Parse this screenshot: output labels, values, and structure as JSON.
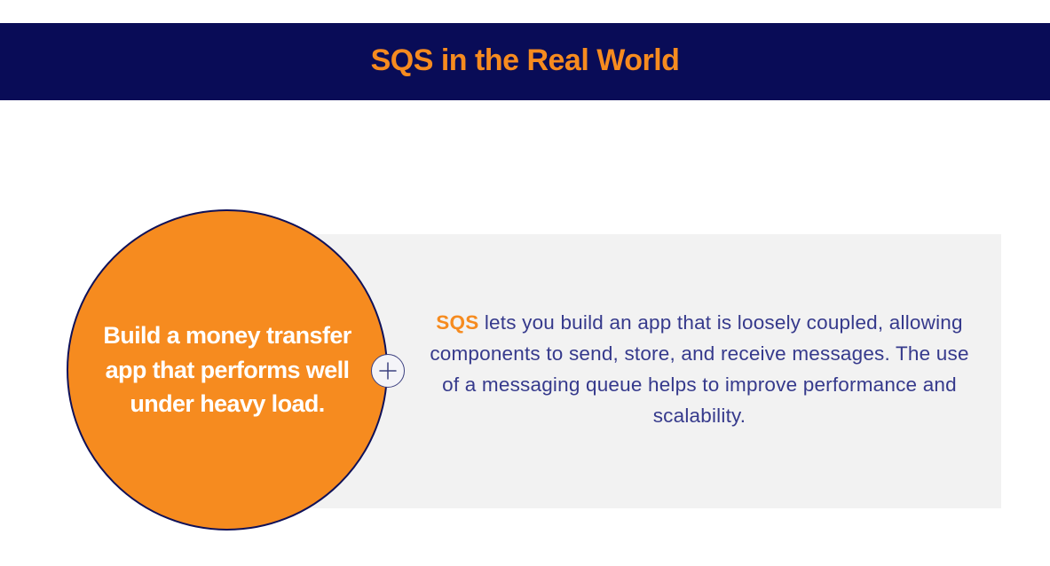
{
  "header": {
    "title": "SQS in the Real World"
  },
  "card": {
    "circle_text": "Build a money transfer app that performs well under heavy load.",
    "expand_icon": "plus-icon"
  },
  "info": {
    "accent_term": "SQS",
    "description": "lets you build an app that is loosely coupled, allowing components to send, store, and receive messages. The use of a messaging queue helps to improve performance and scalability."
  },
  "colors": {
    "header_background": "#090c57",
    "accent": "#f68b1f",
    "body_text": "#363a8c",
    "panel_background": "#f2f2f2"
  }
}
